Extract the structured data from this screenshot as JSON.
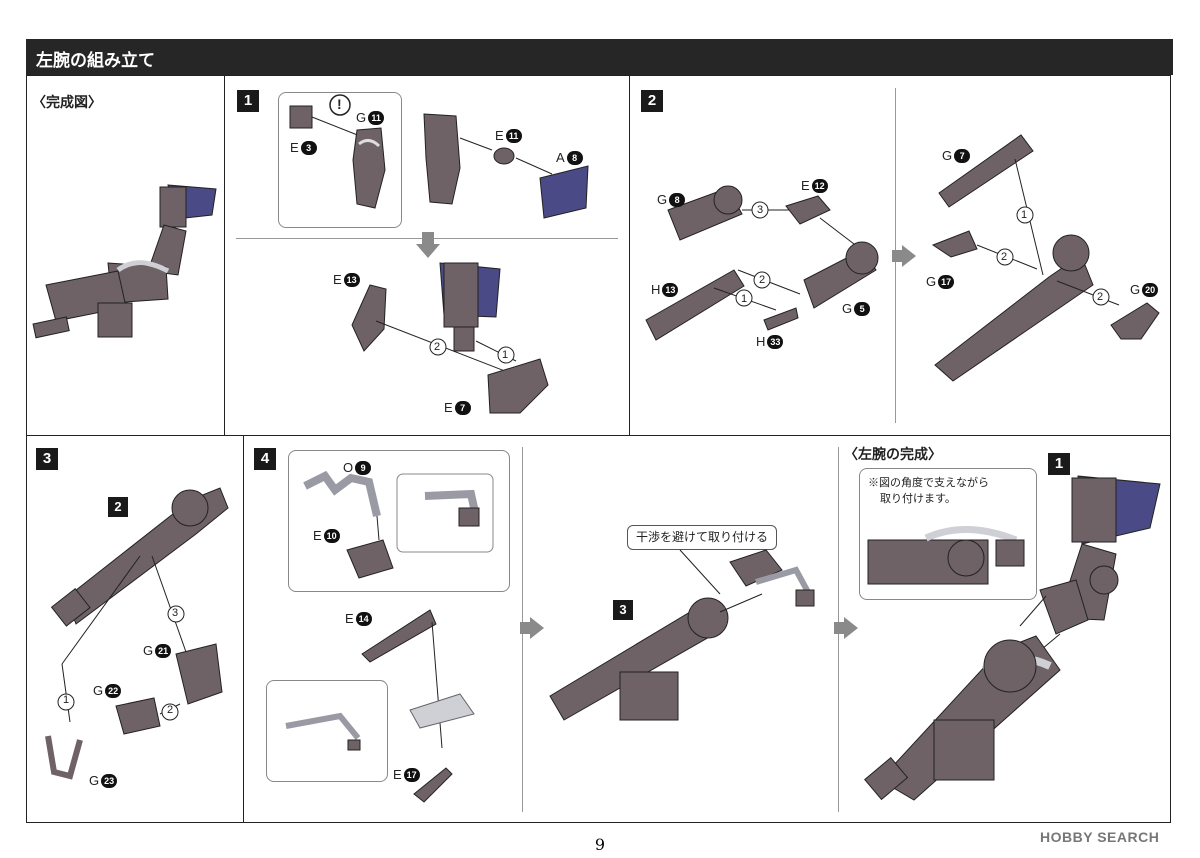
{
  "section_title": "左腕の組み立て",
  "completed_view_label": "〈完成図〉",
  "completion_label": "〈左腕の完成〉",
  "note_text_line1": "※図の角度で支えながら",
  "note_text_line2": "取り付けます。",
  "interference_note": "干渉を避けて取り付ける",
  "steps": {
    "s1": "1",
    "s2": "2",
    "s3": "3",
    "s4": "4",
    "ref2": "2",
    "ref3": "3",
    "ref1": "1"
  },
  "order_marks": {
    "one": "1",
    "two": "2",
    "three": "3"
  },
  "caution_mark": "!",
  "parts": {
    "p1_g11": {
      "runner": "G",
      "num": "11"
    },
    "p1_e3": {
      "runner": "E",
      "num": "3"
    },
    "p1_e11": {
      "runner": "E",
      "num": "11"
    },
    "p1_a8": {
      "runner": "A",
      "num": "8"
    },
    "p1_e13": {
      "runner": "E",
      "num": "13"
    },
    "p1_e7": {
      "runner": "E",
      "num": "7"
    },
    "p2_g8": {
      "runner": "G",
      "num": "8"
    },
    "p2_e12": {
      "runner": "E",
      "num": "12"
    },
    "p2_h13": {
      "runner": "H",
      "num": "13"
    },
    "p2_g5": {
      "runner": "G",
      "num": "5"
    },
    "p2_h33": {
      "runner": "H",
      "num": "33"
    },
    "p2_g7": {
      "runner": "G",
      "num": "7"
    },
    "p2_g17": {
      "runner": "G",
      "num": "17"
    },
    "p2_g20": {
      "runner": "G",
      "num": "20"
    },
    "p3_g21": {
      "runner": "G",
      "num": "21"
    },
    "p3_g22": {
      "runner": "G",
      "num": "22"
    },
    "p3_g23": {
      "runner": "G",
      "num": "23"
    },
    "p4_o9": {
      "runner": "O",
      "num": "9"
    },
    "p4_e10": {
      "runner": "E",
      "num": "10"
    },
    "p4_e14": {
      "runner": "E",
      "num": "14"
    },
    "p4_e17": {
      "runner": "E",
      "num": "17"
    }
  },
  "page_number": "9",
  "watermark": "HOBBY SEARCH",
  "colors": {
    "header": "#262626",
    "part_gray": "#6e6266",
    "part_purple": "#4a4a86",
    "clear_part": "#cfcfd6"
  }
}
